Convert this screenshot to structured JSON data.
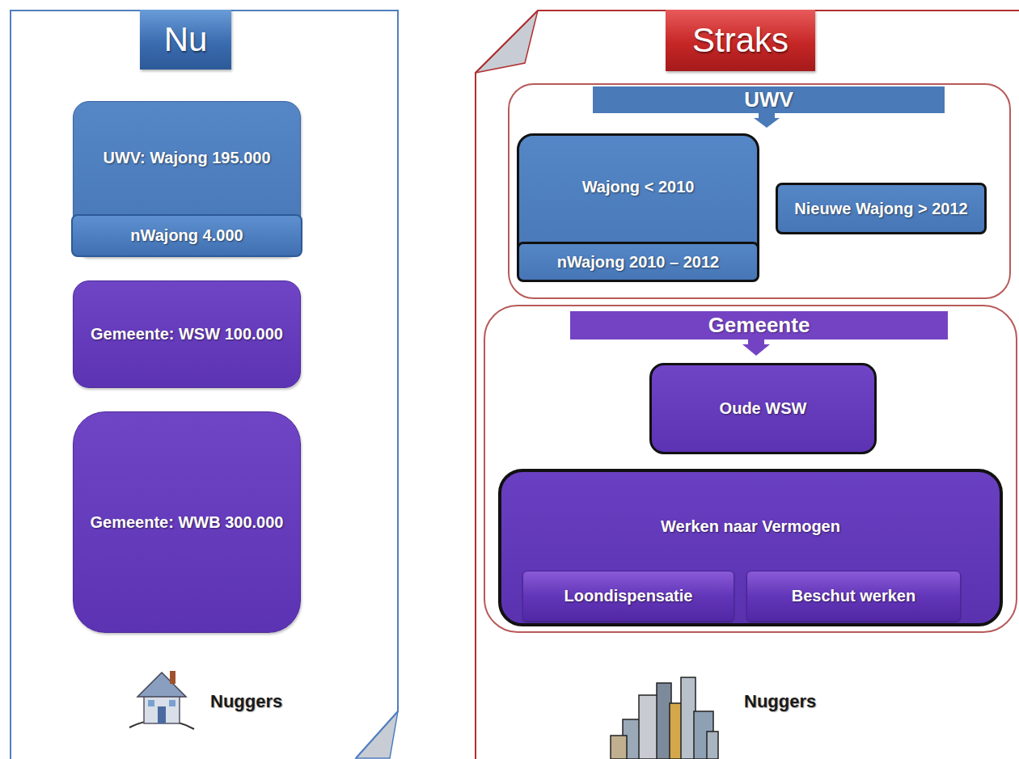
{
  "diagram": {
    "nodes": [
      {
        "text": [
          "Nu",
          "Nuggers"
        ]
      },
      {
        "text": [
          "UWV: Wajong 195.000"
        ],
        "in": 0
      },
      {
        "text": [
          "nWajong 4.000"
        ],
        "in": 0
      },
      {
        "text": [
          "Gemeente: WSW 100.000"
        ],
        "in": 0
      },
      {
        "text": [
          "Gemeente: WWB 300.000"
        ],
        "in": 0
      },
      {
        "text": [
          "Straks",
          "Nuggers"
        ]
      },
      {
        "text": [
          "UWV"
        ],
        "in": 5
      },
      {
        "text": [
          "Wajong < 2010"
        ],
        "in": 6
      },
      {
        "text": [
          "nWajong 2010 – 2012"
        ],
        "in": 6
      },
      {
        "text": [
          "Nieuwe Wajong > 2012"
        ],
        "in": 6
      },
      {
        "text": [
          "Gemeente"
        ],
        "in": 5
      },
      {
        "text": [
          "Oude WSW"
        ],
        "in": 10
      },
      {
        "text": [
          "Werken naar Vermogen"
        ],
        "in": 10
      },
      {
        "text": [
          "Loondispensatie"
        ],
        "in": 12
      },
      {
        "text": [
          "Beschut werken"
        ],
        "in": 12
      }
    ]
  }
}
